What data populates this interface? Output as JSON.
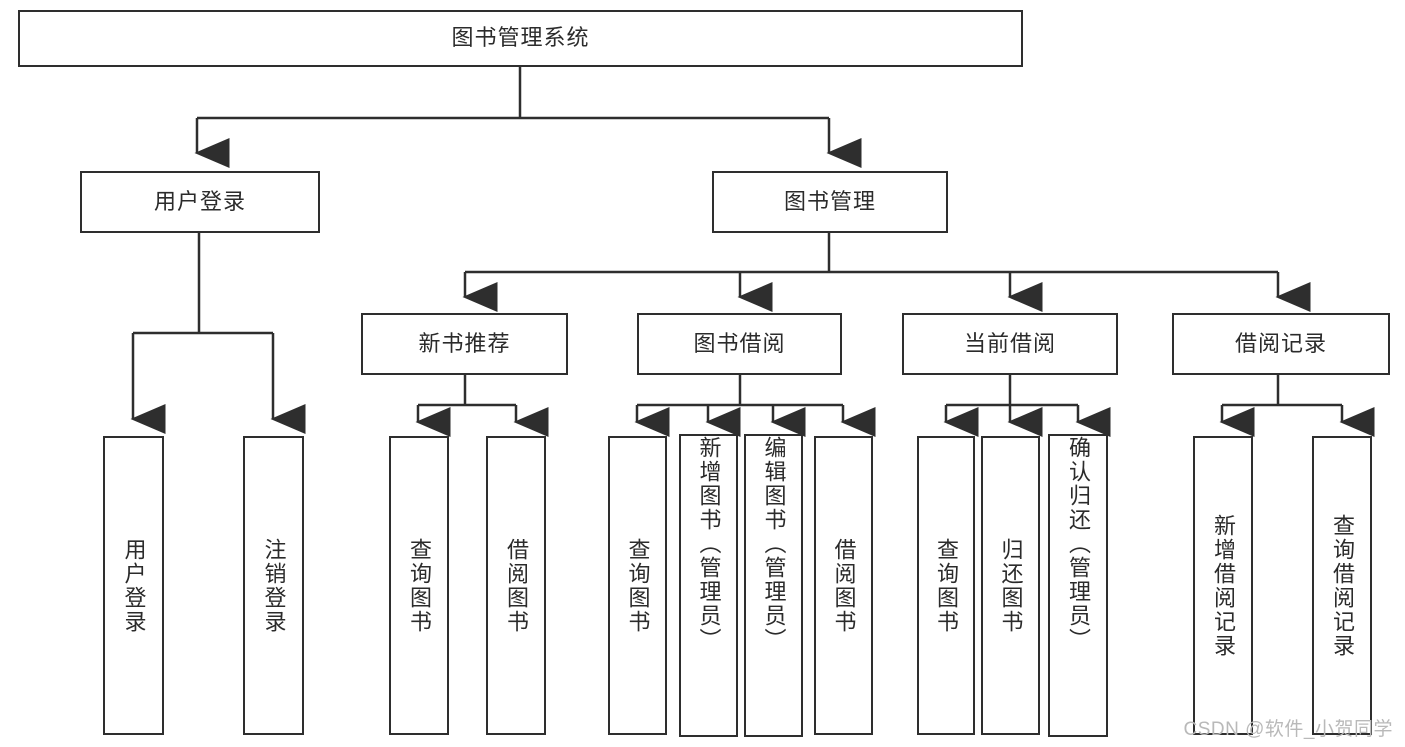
{
  "diagram": {
    "title": "图书管理系统",
    "type": "tree",
    "orientation": "top-down",
    "colors": {
      "line": "#2e2e2e",
      "box_border": "#2e2e2e",
      "box_fill": "#ffffff",
      "text": "#2b2b2b",
      "background": "#ffffff",
      "watermark": "#b9b9b9"
    },
    "watermark": "CSDN @软件_小贺同学",
    "nodes": {
      "root": {
        "label": "图书管理系统",
        "level": 0,
        "orientation": "horizontal"
      },
      "l1": [
        {
          "id": "user-login",
          "label": "用户登录",
          "level": 1,
          "orientation": "horizontal"
        },
        {
          "id": "book-manage",
          "label": "图书管理",
          "level": 1,
          "orientation": "horizontal"
        }
      ],
      "l2": [
        {
          "id": "new-book-rec",
          "label": "新书推荐",
          "level": 2,
          "orientation": "horizontal",
          "parent": "book-manage"
        },
        {
          "id": "book-borrow",
          "label": "图书借阅",
          "level": 2,
          "orientation": "horizontal",
          "parent": "book-manage"
        },
        {
          "id": "current-borrow",
          "label": "当前借阅",
          "level": 2,
          "orientation": "horizontal",
          "parent": "book-manage"
        },
        {
          "id": "borrow-record",
          "label": "借阅记录",
          "level": 2,
          "orientation": "horizontal",
          "parent": "book-manage"
        }
      ],
      "leaves": [
        {
          "id": "leaf-user-login",
          "label": "用户登录",
          "parent": "user-login",
          "orientation": "vertical"
        },
        {
          "id": "leaf-logout",
          "label": "注销登录",
          "parent": "user-login",
          "orientation": "vertical"
        },
        {
          "id": "leaf-rec-query",
          "label": "查询图书",
          "parent": "new-book-rec",
          "orientation": "vertical"
        },
        {
          "id": "leaf-rec-borrow",
          "label": "借阅图书",
          "parent": "new-book-rec",
          "orientation": "vertical"
        },
        {
          "id": "leaf-borrow-query",
          "label": "查询图书",
          "parent": "book-borrow",
          "orientation": "vertical"
        },
        {
          "id": "leaf-borrow-add",
          "label": "新增图书（管理员）",
          "parent": "book-borrow",
          "orientation": "vertical"
        },
        {
          "id": "leaf-borrow-edit",
          "label": "编辑图书（管理员）",
          "parent": "book-borrow",
          "orientation": "vertical"
        },
        {
          "id": "leaf-borrow-do",
          "label": "借阅图书",
          "parent": "book-borrow",
          "orientation": "vertical"
        },
        {
          "id": "leaf-cur-query",
          "label": "查询图书",
          "parent": "current-borrow",
          "orientation": "vertical"
        },
        {
          "id": "leaf-cur-return",
          "label": "归还图书",
          "parent": "current-borrow",
          "orientation": "vertical"
        },
        {
          "id": "leaf-cur-confirm",
          "label": "确认归还（管理员）",
          "parent": "current-borrow",
          "orientation": "vertical"
        },
        {
          "id": "leaf-rec-add",
          "label": "新增借阅记录",
          "parent": "borrow-record",
          "orientation": "vertical"
        },
        {
          "id": "leaf-rec-search",
          "label": "查询借阅记录",
          "parent": "borrow-record",
          "orientation": "vertical"
        }
      ]
    }
  }
}
